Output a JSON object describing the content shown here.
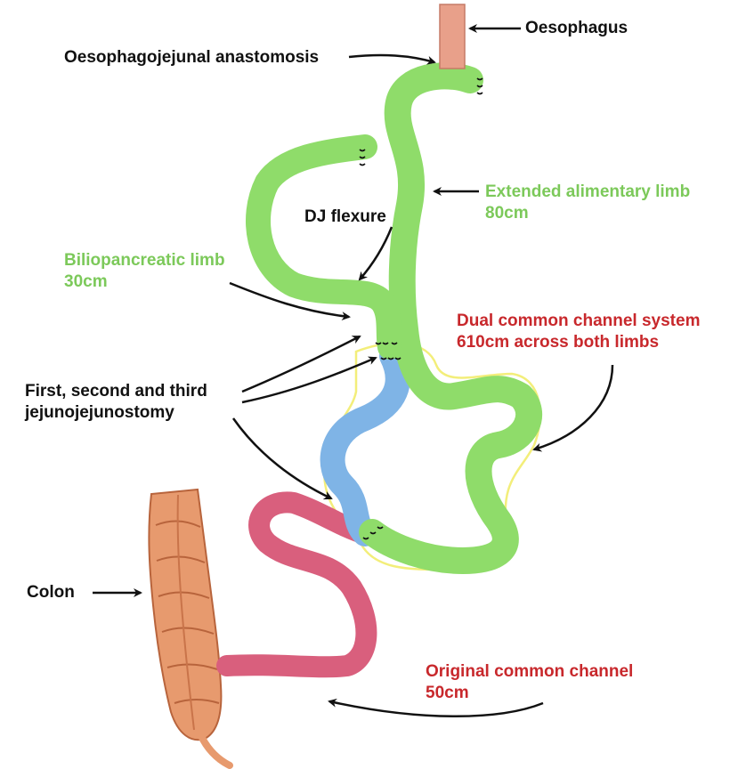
{
  "colors": {
    "alimentary_limb": "#8fdc6a",
    "biliopancreatic_limb": "#8fdc6a",
    "common_channel_blue": "#7fb4e6",
    "original_channel": "#d95f7d",
    "oesophagus": "#e8a08a",
    "colon": "#e79a6e",
    "dual_system_outline": "#f3ee7a",
    "label_black": "#111111",
    "label_green": "#7cc95a",
    "label_red": "#c8282c"
  },
  "labels": {
    "oesophagus": "Oesophagus",
    "oesophagojejunal": "Oesophagojejunal anastomosis",
    "extended_alimentary": {
      "line1": "Extended alimentary limb",
      "line2": "80cm"
    },
    "dj_flexure": "DJ flexure",
    "biliopancreatic": {
      "line1": "Biliopancreatic limb",
      "line2": "30cm"
    },
    "dual_common": {
      "line1": "Dual common channel system",
      "line2": "610cm across both limbs"
    },
    "jejunojejunostomy": {
      "line1": "First, second and third",
      "line2": "jejunojejunostomy"
    },
    "colon": "Colon",
    "original_common": {
      "line1": "Original common channel",
      "line2": "50cm"
    }
  }
}
